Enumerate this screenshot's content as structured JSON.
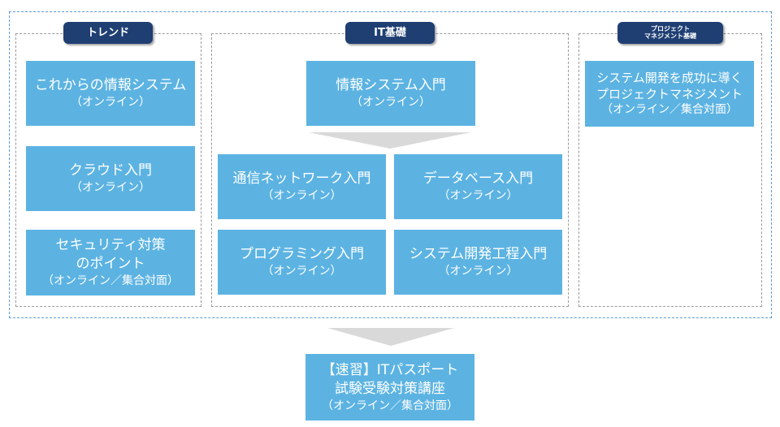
{
  "groups": {
    "trend": {
      "tab": "トレンド",
      "courses": [
        {
          "title": [
            "これからの情報システム"
          ],
          "mode": "（オンライン）"
        },
        {
          "title": [
            "クラウド入門"
          ],
          "mode": "（オンライン）"
        },
        {
          "title": [
            "セキュリティ対策",
            "のポイント"
          ],
          "mode": "（オンライン／集合対面）"
        }
      ]
    },
    "it_basics": {
      "tab": "IT基礎",
      "top_course": {
        "title": [
          "情報システム入門"
        ],
        "mode": "（オンライン）"
      },
      "courses": [
        {
          "title": [
            "通信ネットワーク入門"
          ],
          "mode": "（オンライン）"
        },
        {
          "title": [
            "データベース入門"
          ],
          "mode": "（オンライン）"
        },
        {
          "title": [
            "プログラミング入門"
          ],
          "mode": "（オンライン）"
        },
        {
          "title": [
            "システム開発工程入門"
          ],
          "mode": "（オンライン）"
        }
      ]
    },
    "pm_basics": {
      "tab": [
        "プロジェクト",
        "マネジメント基礎"
      ],
      "courses": [
        {
          "title": [
            "システム開発を成功に導く",
            "プロジェクトマネジメント"
          ],
          "mode": "（オンライン／集合対面）"
        }
      ]
    }
  },
  "final_course": {
    "title": [
      "【速習】ITパスポート",
      "試験受験対策講座"
    ],
    "mode": "（オンライン／集合対面）"
  },
  "colors": {
    "box": "#5cb3e2",
    "tab": "#1f3f73",
    "arrow": "#d9d9d9",
    "outer_border": "#5b9bd5",
    "group_border": "#9a9a9a"
  }
}
